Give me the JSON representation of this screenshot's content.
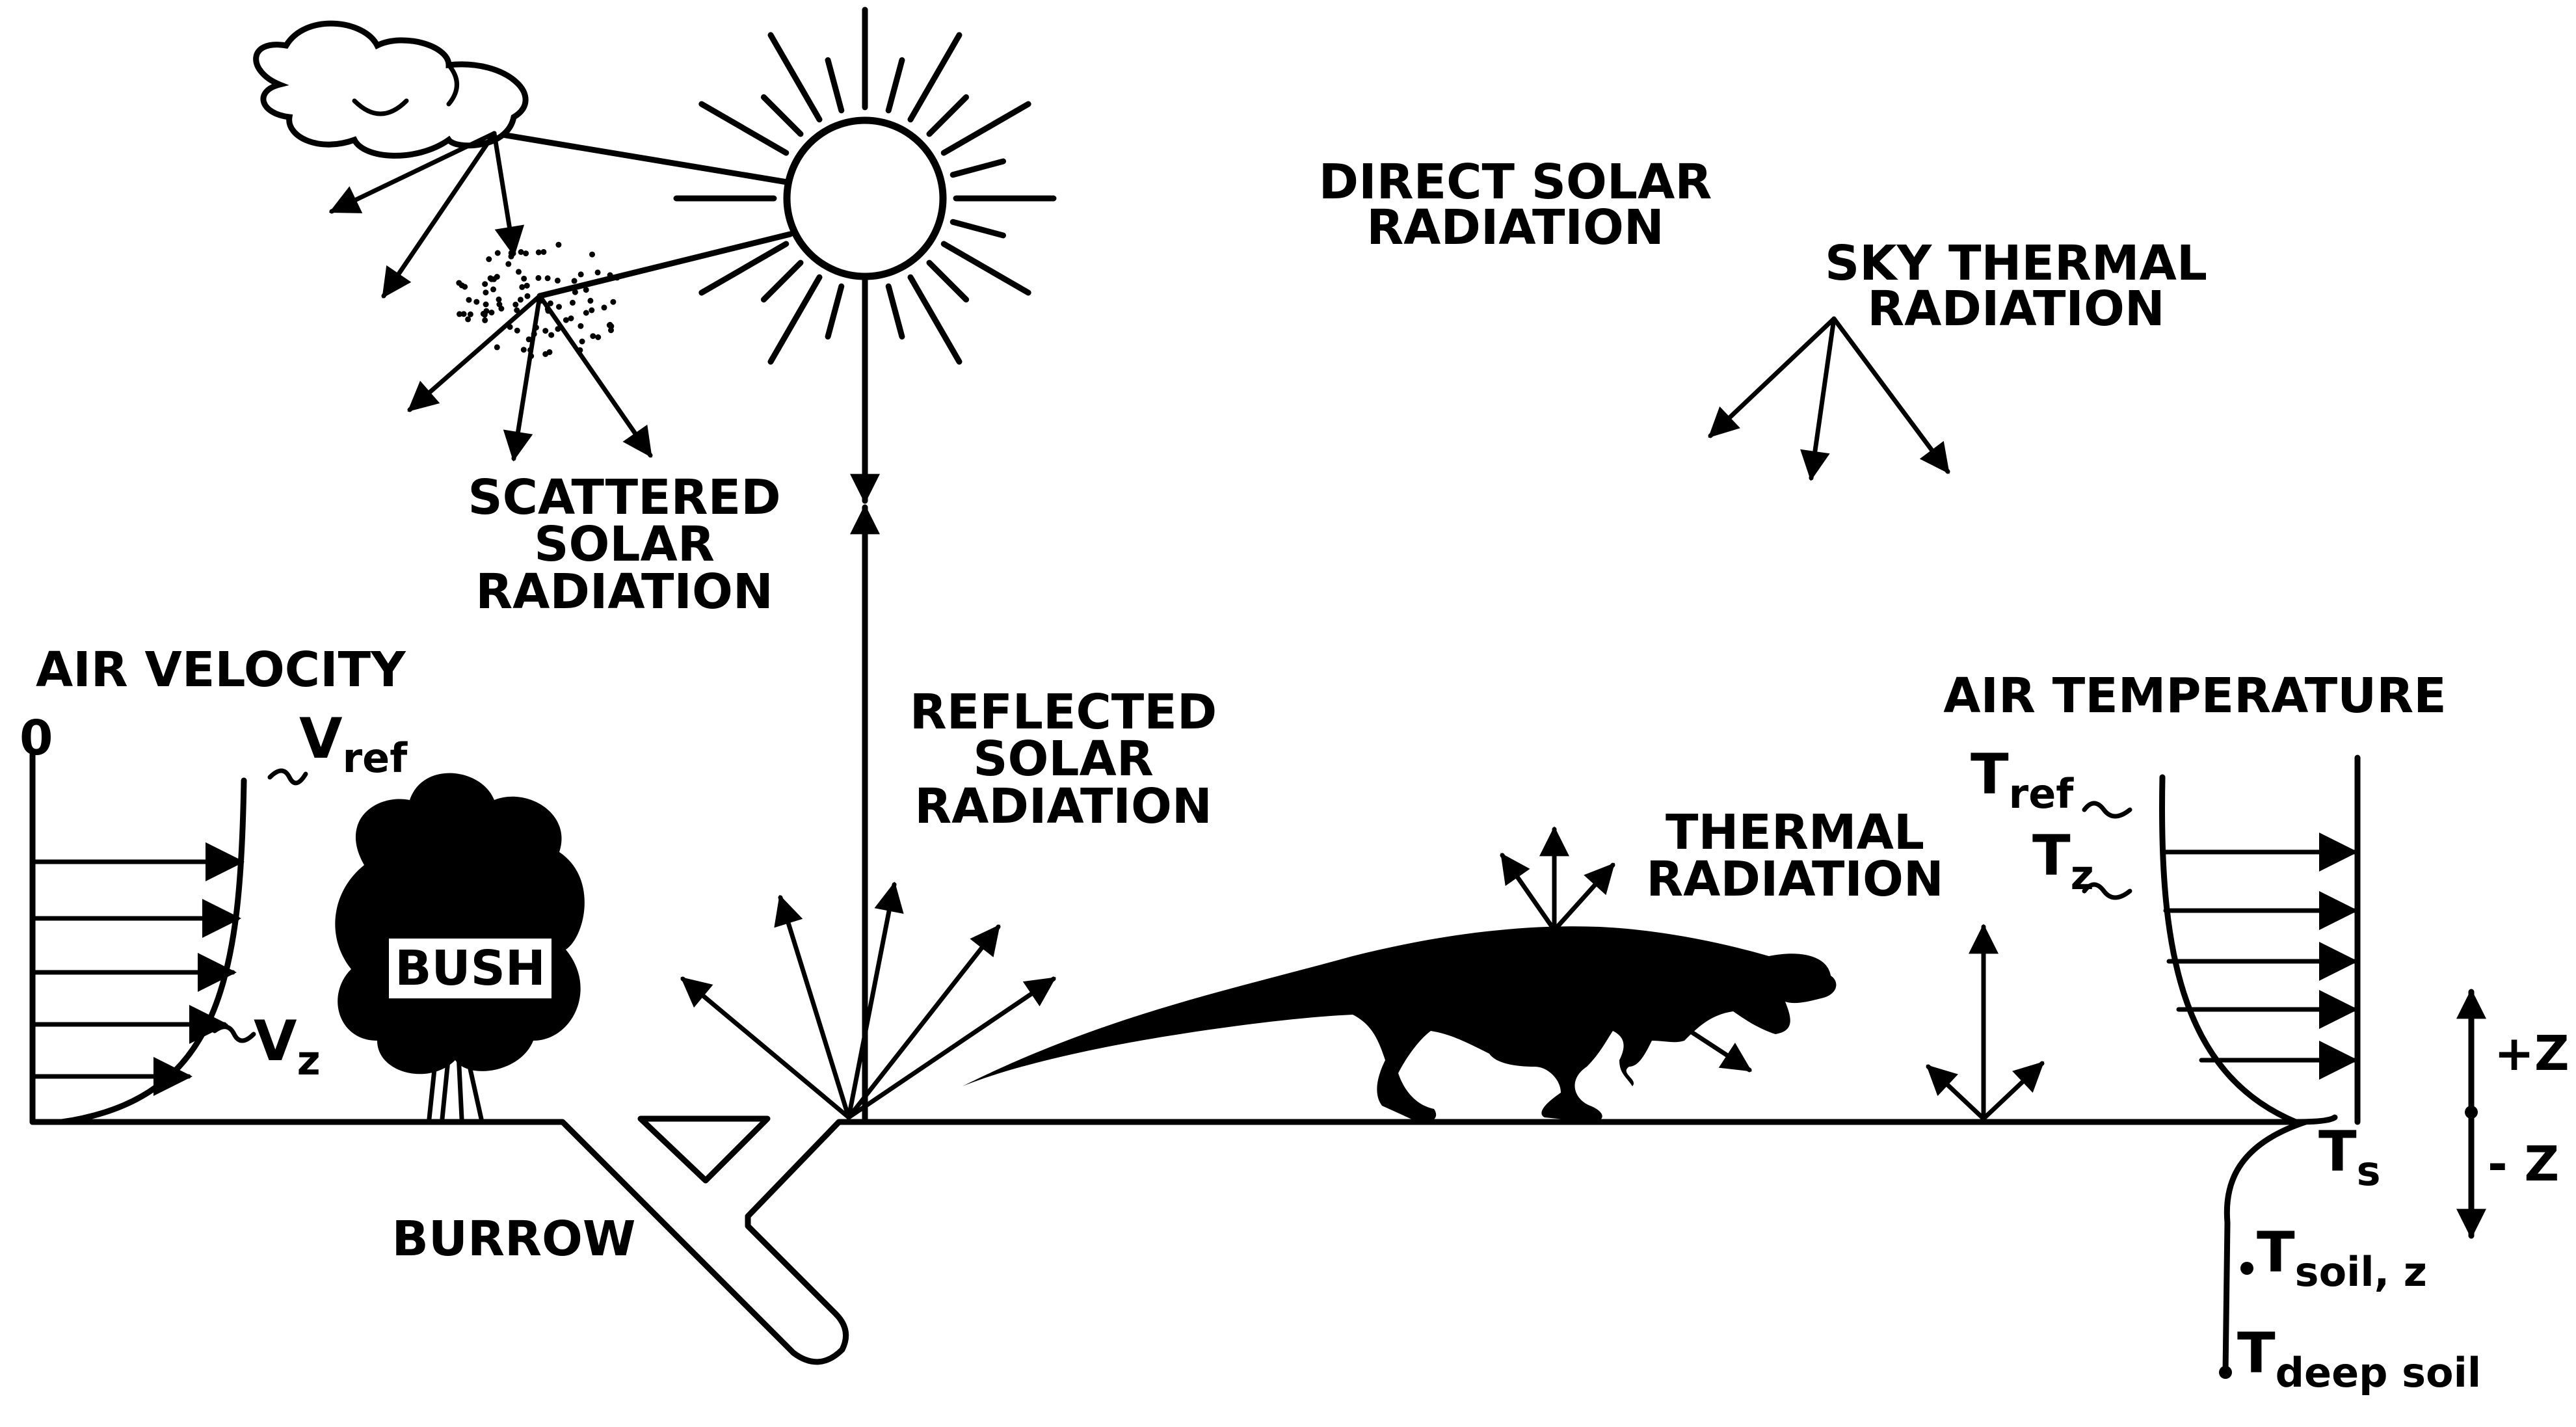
{
  "labels": {
    "direct_solar_1": "DIRECT SOLAR",
    "direct_solar_2": "RADIATION",
    "sky_thermal_1": "SKY THERMAL",
    "sky_thermal_2": "RADIATION",
    "scattered_1": "SCATTERED",
    "scattered_2": "SOLAR",
    "scattered_3": "RADIATION",
    "air_velocity": "AIR VELOCITY",
    "zero": "0",
    "reflected_1": "REFLECTED",
    "reflected_2": "SOLAR",
    "reflected_3": "RADIATION",
    "air_temperature": "AIR TEMPERATURE",
    "thermal_1": "THERMAL",
    "thermal_2": "RADIATION",
    "bush": "BUSH",
    "burrow": "BURROW",
    "plus_z": "+Z",
    "minus_z": "- Z"
  },
  "symbols": {
    "v_ref": {
      "main": "V",
      "sub": "ref"
    },
    "v_z": {
      "main": "V",
      "sub": "z"
    },
    "t_ref": {
      "main": "T",
      "sub": "ref"
    },
    "t_z": {
      "main": "T",
      "sub": "z"
    },
    "t_s": {
      "main": "T",
      "sub": "s"
    },
    "t_soil_z": {
      "main": "T",
      "sub": "soil, z"
    },
    "t_deep_soil": {
      "main": "T",
      "sub": "deep soil"
    }
  },
  "colors": {
    "ink": "#000000",
    "background": "#ffffff"
  },
  "icons": [
    "sun-icon",
    "cloud-icon",
    "bush-icon",
    "dinosaur-icon",
    "burrow-icon"
  ]
}
